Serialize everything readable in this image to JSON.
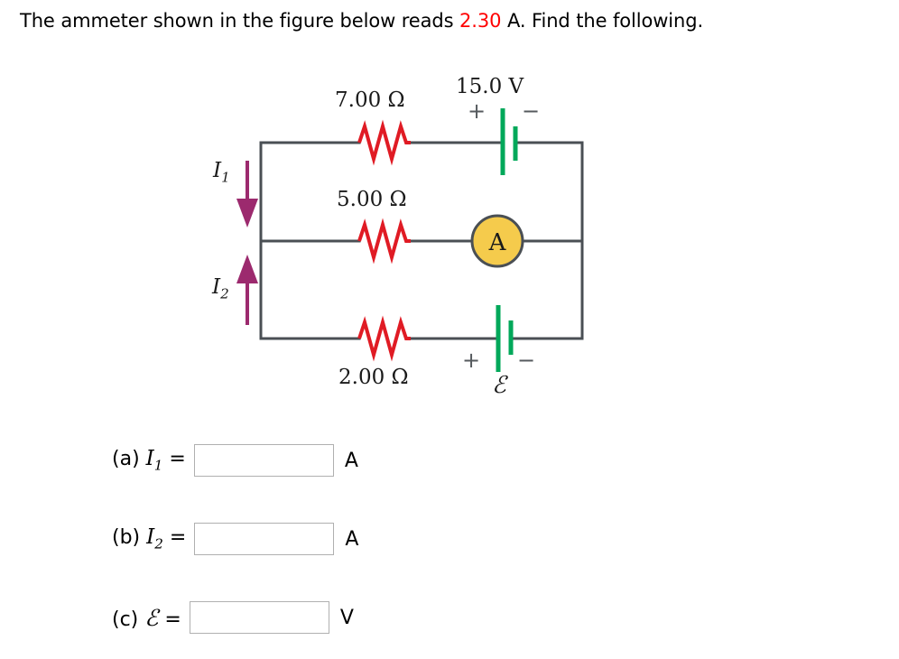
{
  "header": {
    "text_before": "The ammeter shown in the figure below reads ",
    "reading": "2.30",
    "text_after": " A. Find the following."
  },
  "figure": {
    "name": "circuit-diagram",
    "resistors": [
      {
        "id": "r-top",
        "label": "7.00 Ω",
        "value": 7.0,
        "unit": "Ω",
        "branch": "top"
      },
      {
        "id": "r-middle",
        "label": "5.00 Ω",
        "value": 5.0,
        "unit": "Ω",
        "branch": "middle"
      },
      {
        "id": "r-bottom",
        "label": "2.00 Ω",
        "value": 2.0,
        "unit": "Ω",
        "branch": "bottom"
      }
    ],
    "batteries": [
      {
        "id": "battery-top",
        "label": "15.0 V",
        "value": 15.0,
        "unit": "V",
        "plus_sign": "+",
        "minus_sign": "−",
        "branch": "top"
      },
      {
        "id": "battery-bottom",
        "label": "ℰ",
        "value": null,
        "unit": "V",
        "plus_sign": "+",
        "minus_sign": "−",
        "branch": "bottom"
      }
    ],
    "ammeter": {
      "id": "ammeter",
      "label": "A",
      "reading": "2.30",
      "branch": "middle"
    },
    "currents": [
      {
        "id": "current-1",
        "label": "I",
        "subscript": "1",
        "direction": "down"
      },
      {
        "id": "current-2",
        "label": "I",
        "subscript": "2",
        "direction": "up"
      }
    ],
    "colors": {
      "wire": "#4a4f54",
      "resistor": "#e01b24",
      "battery_plate": "#00a85a",
      "ammeter_fill": "#f5cb4c",
      "ammeter_stroke": "#4a4f54",
      "current_arrow": "#9c2a6e",
      "sign": "#555a5e"
    }
  },
  "answers": [
    {
      "id": "answer-a",
      "tag": "(a)",
      "variable": "I",
      "subscript": "1",
      "equals": "=",
      "value": "",
      "placeholder": "",
      "unit": "A"
    },
    {
      "id": "answer-b",
      "tag": "(b)",
      "variable": "I",
      "subscript": "2",
      "equals": "=",
      "value": "",
      "placeholder": "",
      "unit": "A"
    },
    {
      "id": "answer-c",
      "tag": "(c)",
      "variable": "ℰ",
      "subscript": "",
      "equals": "=",
      "value": "",
      "placeholder": "",
      "unit": "V"
    }
  ]
}
